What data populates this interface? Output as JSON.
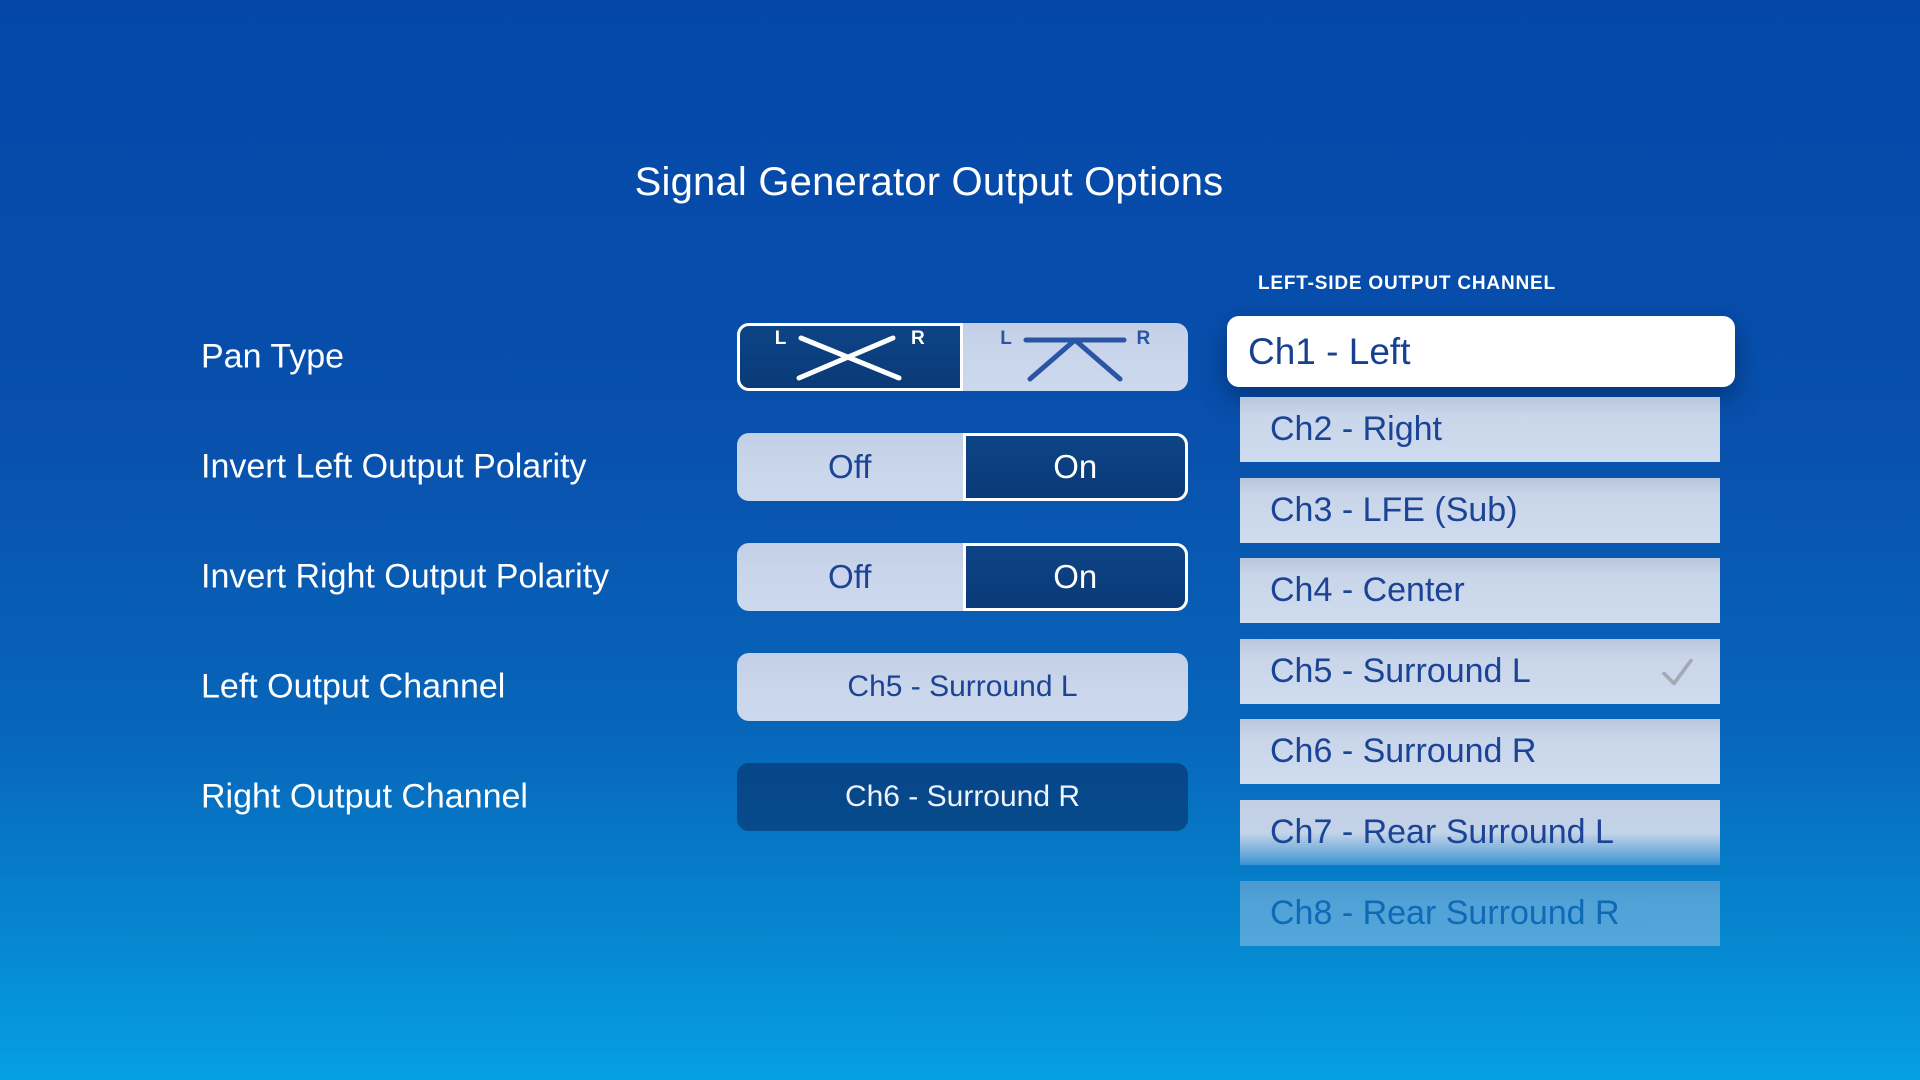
{
  "title": "Signal Generator Output Options",
  "colors": {
    "background_top": "#0447a9",
    "background_bottom": "#05a0e4",
    "selected_segment": "#0b3e7f",
    "unselected_segment": "#c9d5ea",
    "navy_text": "#1c4394",
    "focused_item_bg": "#ffffff",
    "checkmark": "#a5aab2"
  },
  "pan_icons": {
    "left_label": "L",
    "right_label": "R"
  },
  "rows": [
    {
      "label": "Pan Type",
      "control": "segmented",
      "options": [
        "crossed-pan",
        "split-pan"
      ],
      "selected": "crossed-pan"
    },
    {
      "label": "Invert Left Output Polarity",
      "control": "toggle",
      "options": [
        "Off",
        "On"
      ],
      "selected": "On"
    },
    {
      "label": "Invert Right Output Polarity",
      "control": "toggle",
      "options": [
        "Off",
        "On"
      ],
      "selected": "On"
    },
    {
      "label": "Left Output Channel",
      "control": "button",
      "value": "Ch5 - Surround L"
    },
    {
      "label": "Right Output Channel",
      "control": "button",
      "value": "Ch6 - Surround R"
    }
  ],
  "dropdown": {
    "header": "LEFT-SIDE OUTPUT CHANNEL",
    "items": [
      {
        "label": "Ch1 - Left",
        "focused": true
      },
      {
        "label": "Ch2 - Right"
      },
      {
        "label": "Ch3 - LFE (Sub)"
      },
      {
        "label": "Ch4 - Center"
      },
      {
        "label": "Ch5 - Surround L",
        "checked": true
      },
      {
        "label": "Ch6 - Surround R"
      },
      {
        "label": "Ch7 - Rear Surround L"
      },
      {
        "label": "Ch8 - Rear Surround R"
      }
    ]
  }
}
